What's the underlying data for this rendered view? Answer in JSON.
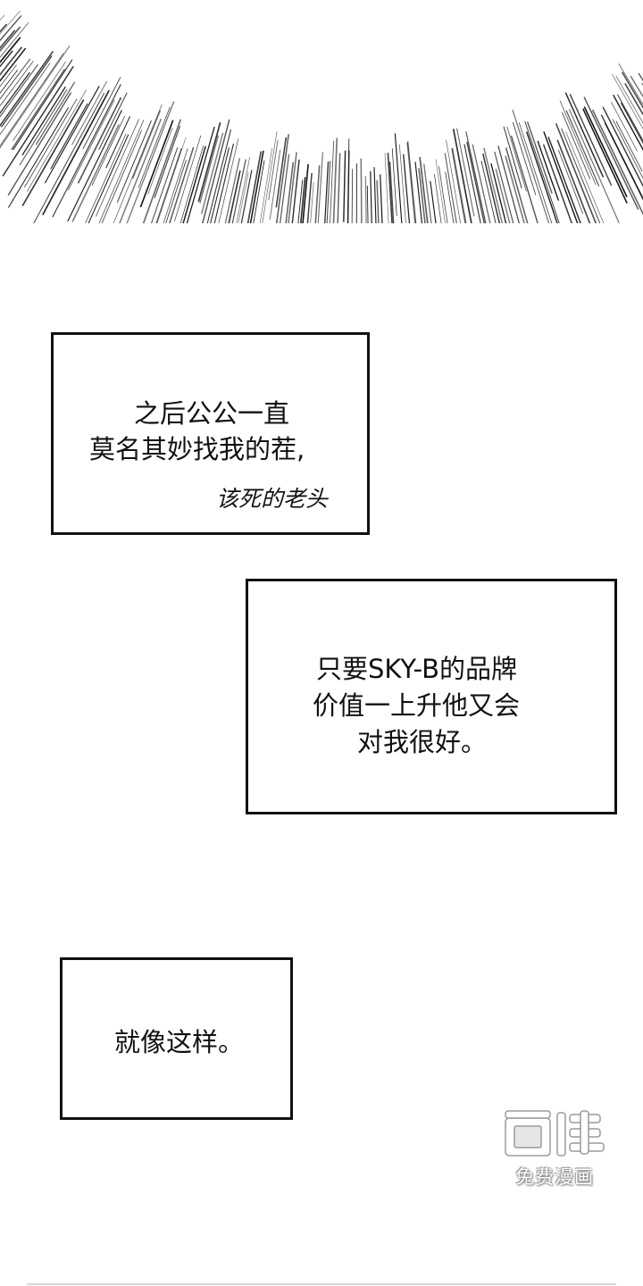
{
  "panels": [
    {
      "lines": [
        "之后公公一直",
        "莫名其妙找我的茬,"
      ],
      "handwritten": "该死的老头"
    },
    {
      "lines": [
        "只要SKY-B的品牌",
        "价值一上升他又会",
        "对我很好。"
      ]
    },
    {
      "lines": [
        "就像这样。"
      ]
    }
  ],
  "watermark": {
    "logo": "画涯",
    "caption": "免费漫画"
  },
  "colors": {
    "ink": "#111111",
    "paper": "#ffffff"
  }
}
